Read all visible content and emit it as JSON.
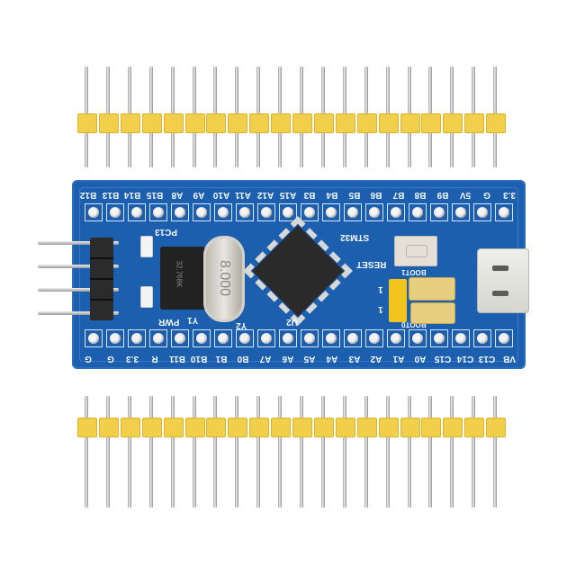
{
  "product": {
    "name": "STM32 development board with pin headers",
    "board_color": "#1b5fae",
    "header_color": "#f2cf4a"
  },
  "top_header": {
    "pin_count": 20
  },
  "bottom_header": {
    "pin_count": 20
  },
  "board": {
    "top_row_labels": [
      "3.3",
      "G",
      "5V",
      "B9",
      "B8",
      "B7",
      "B6",
      "B5",
      "B4",
      "B3",
      "A15",
      "A12",
      "A11",
      "A10",
      "A9",
      "A8",
      "B15",
      "B14",
      "B13",
      "B12"
    ],
    "bottom_row_labels": [
      "VB",
      "C13",
      "C14",
      "C15",
      "A0",
      "A1",
      "A2",
      "A3",
      "A4",
      "A5",
      "A6",
      "A7",
      "B0",
      "B1",
      "B10",
      "B11",
      "R",
      "3.3",
      "G",
      "G"
    ],
    "silkscreen": {
      "mcu_brand": "STM32",
      "reset": "RESET",
      "boot1": "BOOT1",
      "boot0": "BOOT0",
      "led_user": "PC13",
      "led_power": "PWR",
      "crystal_rtc_ref": "Y1",
      "crystal_main_ref": "Y2",
      "mcu_ref": "U2",
      "jumper_mark_1": "1",
      "jumper_mark_2": "1"
    },
    "crystal_rtc_marking": "32.768K",
    "crystal_main_marking": "8.000",
    "swd_pin_count": 4
  }
}
